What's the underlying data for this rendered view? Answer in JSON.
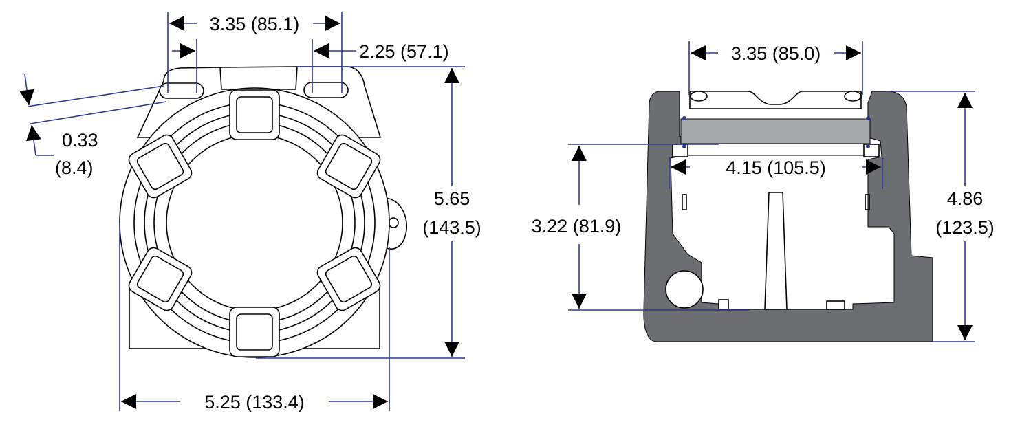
{
  "front_view": {
    "dim_bolt_spacing": "3.35 (85.1)",
    "dim_slot_spacing": "2.25 (57.1)",
    "dim_offset_value": "0.33",
    "dim_offset_metric": "(8.4)",
    "dim_height_value": "5.65",
    "dim_height_metric": "(143.5)",
    "dim_width": "5.25 (133.4)"
  },
  "section_view": {
    "dim_top_width": "3.35 (85.0)",
    "dim_inner_width": "4.15 (105.5)",
    "dim_depth": "3.22 (81.9)",
    "dim_height_value": "4.86",
    "dim_height_metric": "(123.5)"
  },
  "colors": {
    "dimension_line": "#2b3990",
    "section_fill": "#6d6e71",
    "insert_fill": "#a7a9ac",
    "outline": "#000000"
  }
}
